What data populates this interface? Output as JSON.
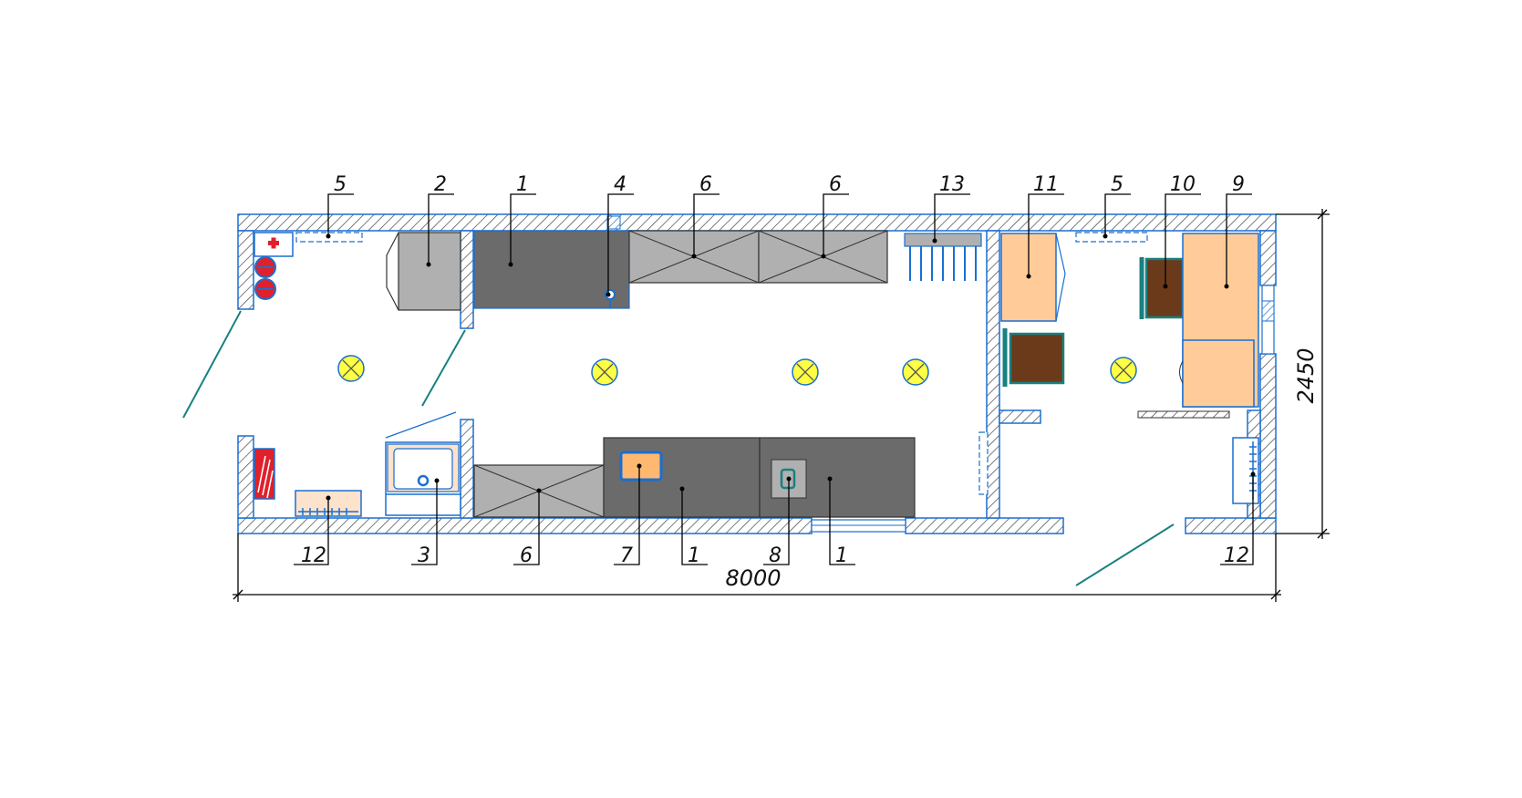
{
  "dimensions": {
    "length": "8000",
    "width": "2450"
  },
  "top_labels": [
    "5",
    "2",
    "1",
    "4",
    "6",
    "6",
    "13",
    "11",
    "5",
    "10",
    "9"
  ],
  "bottom_labels": [
    "12",
    "3",
    "6",
    "7",
    "1",
    "8",
    "1",
    "12"
  ],
  "colors": {
    "wall_outline": "#1a6fd0",
    "hatch": "#555555",
    "dark_equipment": "#6b6b6b",
    "light_equipment": "#b0b0b0",
    "furniture": "#ffcc99",
    "chair": "#6b3a1a",
    "lamp": "#ffff44",
    "door_swing": "#1a8080",
    "red_fixture": "#e0202a"
  },
  "icons": [
    "lamp-icon",
    "fire-extinguisher-icon",
    "first-aid-icon",
    "radiator-icon",
    "sink-icon",
    "door-swing-icon"
  ]
}
